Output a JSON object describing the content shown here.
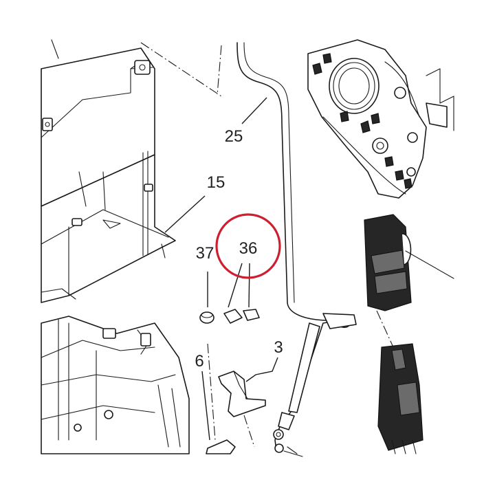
{
  "callouts": [
    {
      "id": "25",
      "label": "25"
    },
    {
      "id": "15",
      "label": "15"
    },
    {
      "id": "37",
      "label": "37"
    },
    {
      "id": "36",
      "label": "36"
    },
    {
      "id": "3",
      "label": "3"
    },
    {
      "id": "6",
      "label": "6"
    }
  ],
  "highlight": {
    "target": "36",
    "color": "#cc1f2f"
  },
  "colors": {
    "line": "#1a1a1a",
    "background": "#ffffff",
    "highlight": "#cc1f2f"
  }
}
